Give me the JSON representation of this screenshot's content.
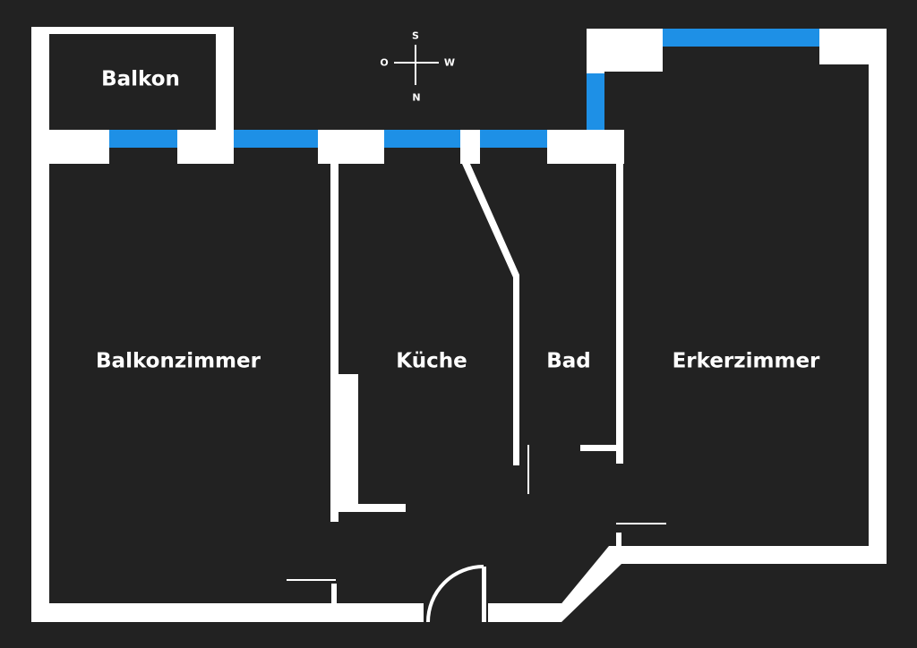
{
  "colors": {
    "background": "#222222",
    "wall": "#ffffff",
    "window": "#1e90e6"
  },
  "rooms": {
    "balkon": "Balkon",
    "balkonzimmer": "Balkonzimmer",
    "kueche": "Küche",
    "bad": "Bad",
    "erkerzimmer": "Erkerzimmer"
  },
  "compass": {
    "top": "S",
    "bottom": "N",
    "left": "O",
    "right": "W"
  }
}
